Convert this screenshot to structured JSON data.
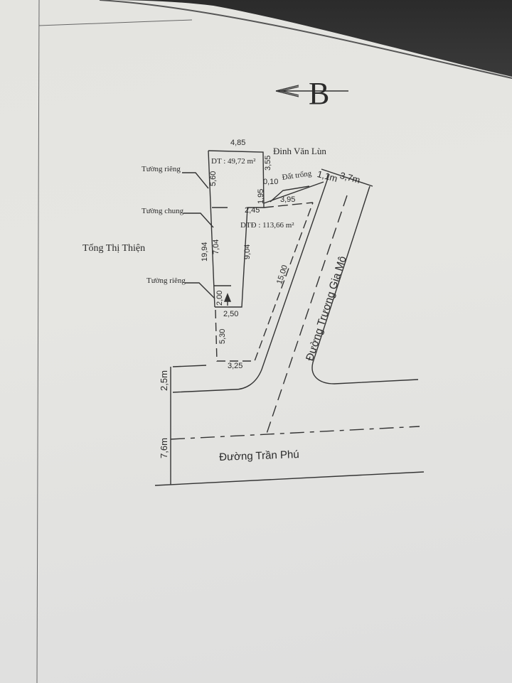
{
  "north_arrow": {
    "label": "B"
  },
  "plot": {
    "area_label": "DT : 49,72 m²",
    "total_area_label": "DTĐ : 113,66 m²",
    "dimensions": {
      "top": "4,85",
      "right_top": "3,55",
      "left_upper": "5,60",
      "offset_0_10": "0,10",
      "right_mid": "1,95",
      "step": "2,45",
      "frontage": "3,95",
      "left_total": "19,94",
      "left_mid": "7,04",
      "right_long": "9,04",
      "left_lower": "2,00",
      "bottom": "2,50",
      "ext_left": "5,30",
      "ext_bottom": "3,25",
      "diagonal": "15,00"
    }
  },
  "labels": {
    "wall_private_1": "Tường riêng",
    "wall_shared": "Tường chung",
    "wall_private_2": "Tường riêng",
    "empty_land": "Đất trống",
    "neighbor_north": "Đinh Văn Lùn",
    "neighbor_west": "Tống Thị Thiện"
  },
  "roads": {
    "road_diagonal": {
      "name": "Đường Trương Gia Mô",
      "sidewalk": "1,1m",
      "width": "3,7m"
    },
    "road_bottom": {
      "name": "Đường Trần Phú",
      "sidewalk": "2,5m",
      "width": "7,6m"
    }
  }
}
